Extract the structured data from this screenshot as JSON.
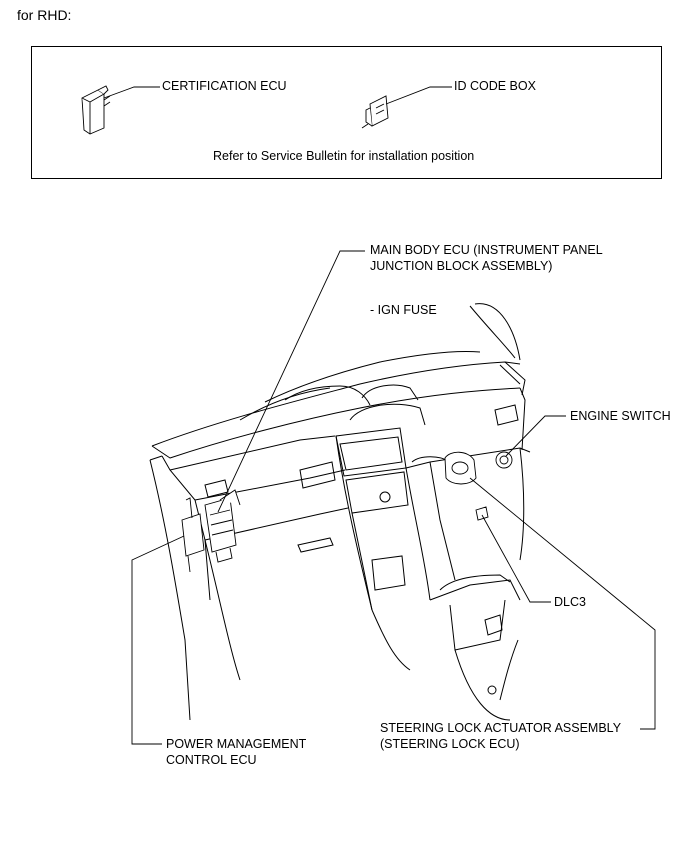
{
  "heading": "for RHD:",
  "inset": {
    "certification_ecu": "CERTIFICATION ECU",
    "id_code_box": "ID CODE BOX",
    "note": "Refer to Service Bulletin for installation position"
  },
  "callouts": {
    "main_body_ecu_line1": "MAIN BODY ECU (INSTRUMENT PANEL",
    "main_body_ecu_line2": "JUNCTION BLOCK ASSEMBLY)",
    "ign_fuse": "- IGN FUSE",
    "engine_switch": "ENGINE SWITCH",
    "dlc3": "DLC3",
    "steering_lock_line1": "STEERING LOCK ACTUATOR ASSEMBLY",
    "steering_lock_line2": "(STEERING LOCK ECU)",
    "power_mgmt_line1": "POWER MANAGEMENT",
    "power_mgmt_line2": "CONTROL ECU"
  }
}
